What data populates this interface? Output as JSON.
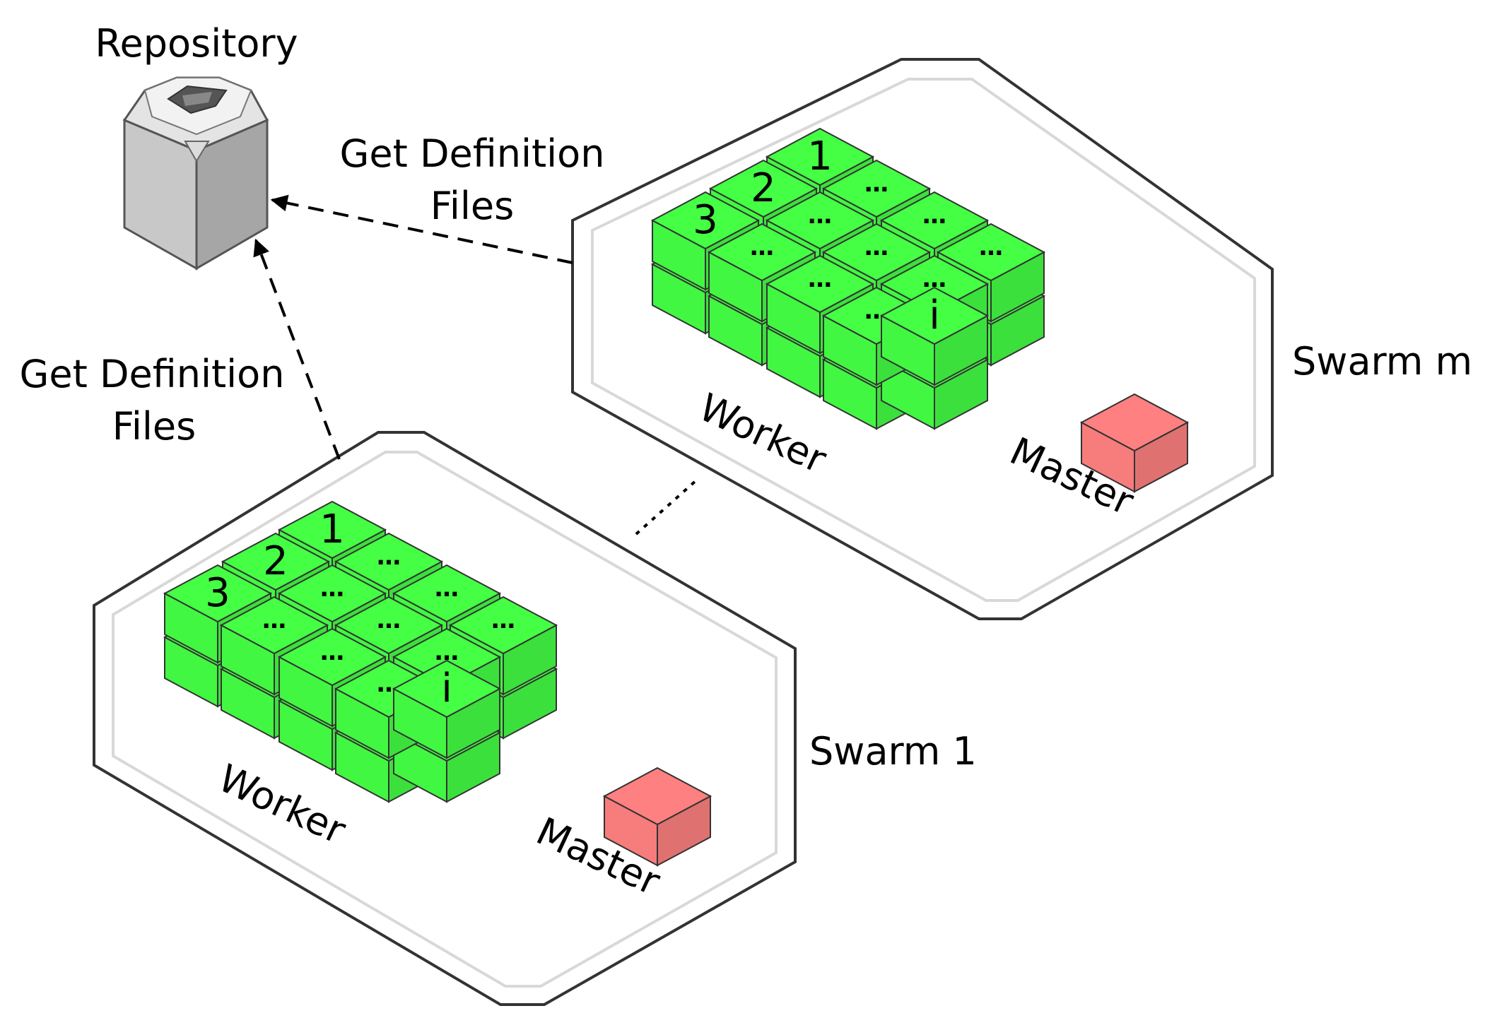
{
  "repository": {
    "label": "Repository",
    "icon": "database-cylinder-icon"
  },
  "arrows": [
    {
      "label_line1": "Get Definition",
      "label_line2": "Files",
      "from": "swarm-m",
      "to": "repository"
    },
    {
      "label_line1": "Get Definition",
      "label_line2": "Files",
      "from": "swarm-1",
      "to": "repository"
    }
  ],
  "swarms": [
    {
      "id": "swarm-1",
      "label": "Swarm 1",
      "worker_label": "Worker",
      "master_label": "Master"
    },
    {
      "id": "swarm-m",
      "label": "Swarm m",
      "worker_label": "Worker",
      "master_label": "Master"
    }
  ],
  "worker_node_labels": [
    "1",
    "2",
    "3",
    "…",
    "…",
    "…",
    "…",
    "…",
    "…",
    "…",
    "…",
    "…",
    "i"
  ],
  "colors": {
    "worker": "#44ff44",
    "master": "#ff8080",
    "repository": "#b0b0b0",
    "swarm_border": "#333333",
    "swarm_inner_border": "#d8d8d8"
  }
}
